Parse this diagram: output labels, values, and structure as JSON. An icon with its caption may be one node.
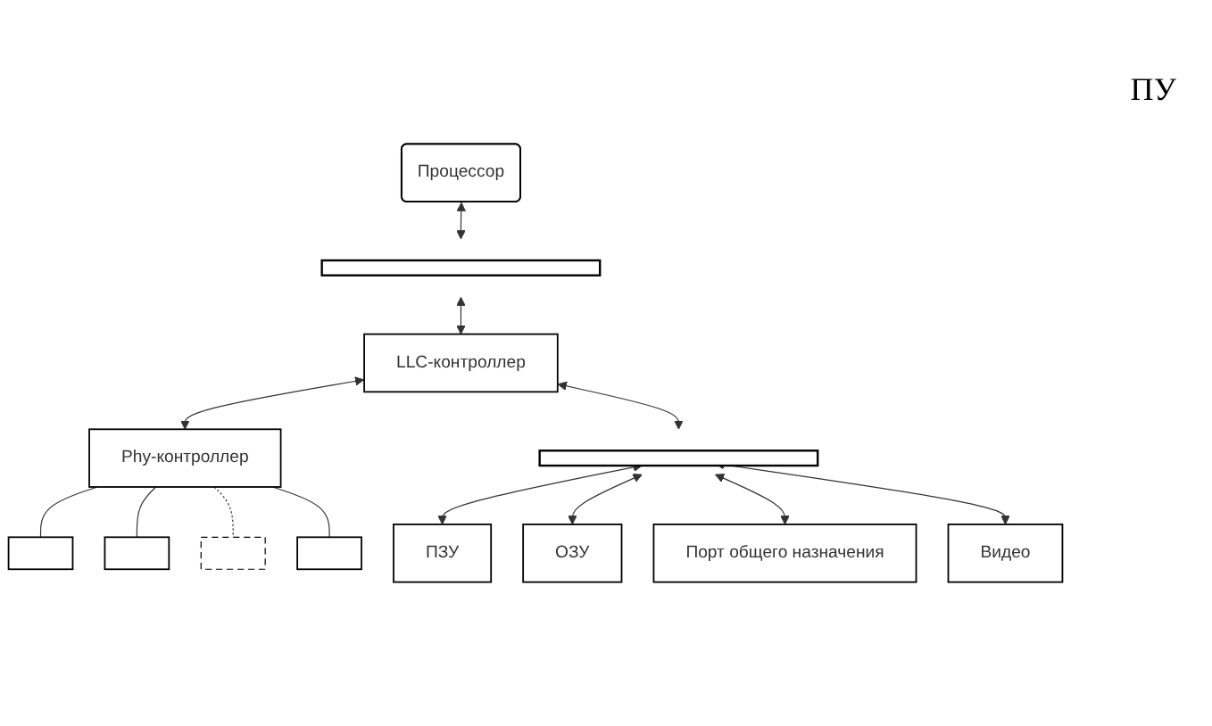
{
  "diagram": {
    "nodes": [
      {
        "text": [
          "Процессор"
        ]
      },
      {
        "text": [],
        "shape": "bar"
      },
      {
        "text": [
          "LLC-контроллер"
        ]
      },
      {
        "text": [
          "Phy-контроллер"
        ]
      },
      {
        "text": [],
        "shape": "bar"
      },
      {
        "text": [
          "ПЗУ"
        ]
      },
      {
        "text": [
          "ОЗУ"
        ]
      },
      {
        "text": [
          "Порт общего назначения"
        ]
      },
      {
        "text": [
          "Видео"
        ]
      },
      {
        "text": [],
        "shape": "box"
      },
      {
        "text": [],
        "shape": "box"
      },
      {
        "text": [],
        "shape": "box"
      },
      {
        "text": [],
        "shape": "box"
      }
    ],
    "edges": [
      {
        "from": 0,
        "to": 1,
        "arrow": "both"
      },
      {
        "from": 1,
        "to": 2,
        "arrow": "both"
      },
      {
        "from": 2,
        "to": 3,
        "arrow": "both"
      },
      {
        "from": 2,
        "to": 4,
        "arrow": "both"
      },
      {
        "from": 4,
        "to": 5,
        "arrow": "both"
      },
      {
        "from": 4,
        "to": 6,
        "arrow": "both"
      },
      {
        "from": 4,
        "to": 7,
        "arrow": "both"
      },
      {
        "from": 4,
        "to": 8,
        "arrow": "both"
      },
      {
        "from": 3,
        "to": 9,
        "arrow": "none"
      },
      {
        "from": 3,
        "to": 10,
        "arrow": "none"
      },
      {
        "from": 3,
        "to": 11,
        "arrow": "none",
        "style": "dashed"
      },
      {
        "from": 3,
        "to": 12,
        "arrow": "none"
      }
    ],
    "labels": [
      "ПУ"
    ]
  }
}
